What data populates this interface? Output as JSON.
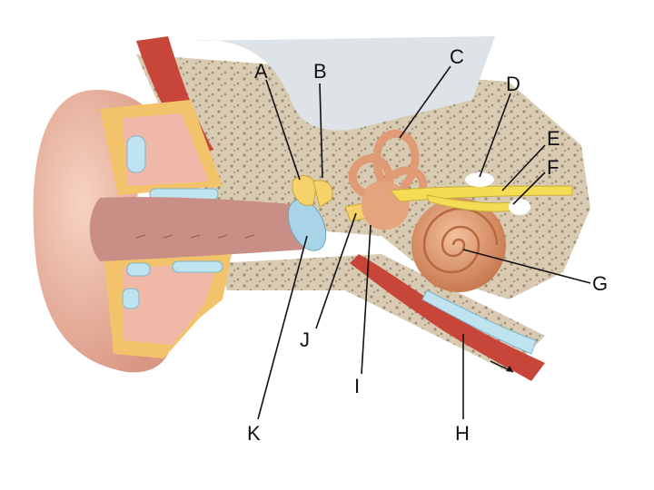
{
  "diagram": {
    "labels": {
      "A": "A",
      "B": "B",
      "C": "C",
      "D": "D",
      "E": "E",
      "F": "F",
      "G": "G",
      "H": "H",
      "I": "I",
      "J": "J",
      "K": "K"
    }
  },
  "colors": {
    "bone": "#d8cbb2",
    "bone_pore": "#9c8c76",
    "skin": "#efb9a0",
    "canal": "#c98f86",
    "cartilage": "#bfe3ef",
    "fat": "#f2c36a",
    "nerve": "#f5dc55",
    "muscle": "#c8453a",
    "cochlea": "#e6a47e",
    "eardrum": "#a9d3e6"
  }
}
